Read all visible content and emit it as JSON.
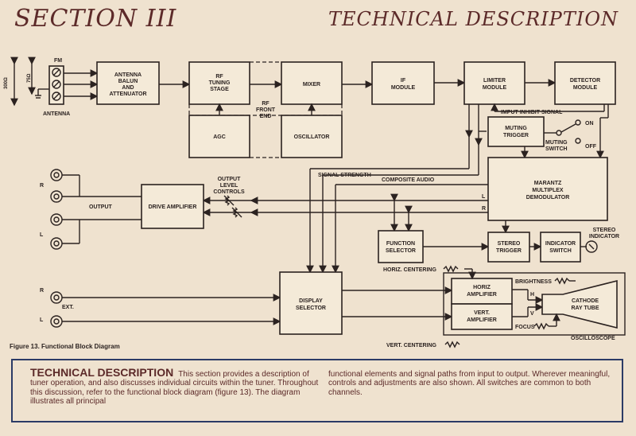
{
  "header": {
    "left": "SECTION III",
    "right": "TECHNICAL DESCRIPTION"
  },
  "diagram": {
    "antenna": {
      "fm": "FM",
      "label": "ANTENNA",
      "ohm300": "300Ω",
      "ohm75": "75Ω"
    },
    "blocks": {
      "balun": [
        "ANTENNA",
        "BALUN",
        "AND",
        "ATTENUATOR"
      ],
      "rf": [
        "RF",
        "TUNING",
        "STAGE"
      ],
      "mixer": [
        "MIXER"
      ],
      "if": [
        "IF",
        "MODULE"
      ],
      "limiter": [
        "LIMITER",
        "MODULE"
      ],
      "detector": [
        "DETECTOR",
        "MODULE"
      ],
      "agc": [
        "AGC"
      ],
      "osc": [
        "OSCILLATOR"
      ],
      "muting": [
        "MUTING",
        "TRIGGER"
      ],
      "demod": [
        "MARANTZ",
        "MULTIPLEX",
        "DEMODULATOR"
      ],
      "drive": [
        "DRIVE AMPLIFIER"
      ],
      "func": [
        "FUNCTION",
        "SELECTOR"
      ],
      "stereo": [
        "STEREO",
        "TRIGGER"
      ],
      "indsw": [
        "INDICATOR",
        "SWITCH"
      ],
      "display": [
        "DISPLAY",
        "SELECTOR"
      ],
      "horiz": [
        "HORIZ",
        "AMPLIFIER"
      ],
      "vert": [
        "VERT.",
        "AMPLIFIER"
      ],
      "crt": [
        "CATHODE",
        "RAY TUBE"
      ]
    },
    "labels": {
      "rf_front_end": [
        "RF",
        "FRONT",
        "END"
      ],
      "imput_inhibit": "IMPUT INHIBIT SIGNAL",
      "on": "ON",
      "off": "OFF",
      "muting_switch": [
        "MUTING",
        "SWITCH"
      ],
      "signal_strength": "SIGNAL STRENGTH",
      "composite_audio": "COMPOSITE  AUDIO",
      "output_level": [
        "OUTPUT",
        "LEVEL",
        "CONTROLS"
      ],
      "output": "OUTPUT",
      "r": "R",
      "l": "L",
      "ext": "EXT.",
      "stereo_indicator": [
        "STEREO",
        "INDICATOR"
      ],
      "horiz_centering": "HORIZ. CENTERING",
      "vert_centering": "VERT. CENTERING",
      "brightness": "BRIGHTNESS",
      "focus": "FOCUS",
      "oscilloscope": "OSCILLOSCOPE",
      "h": "H",
      "v": "V"
    }
  },
  "caption": "Figure 13.    Functional Block Diagram",
  "tech_box": {
    "title": "TECHNICAL DESCRIPTION",
    "left_text": "This section provides a description of tuner operation, and also discusses individual circuits within the tuner. Throughout this discussion, refer to the functional block diagram (figure 13). The diagram illustrates all principal",
    "right_text": "functional elements and signal paths from input to output. Wherever meaningful, controls and adjustments are also shown. All switches are common to both channels."
  }
}
